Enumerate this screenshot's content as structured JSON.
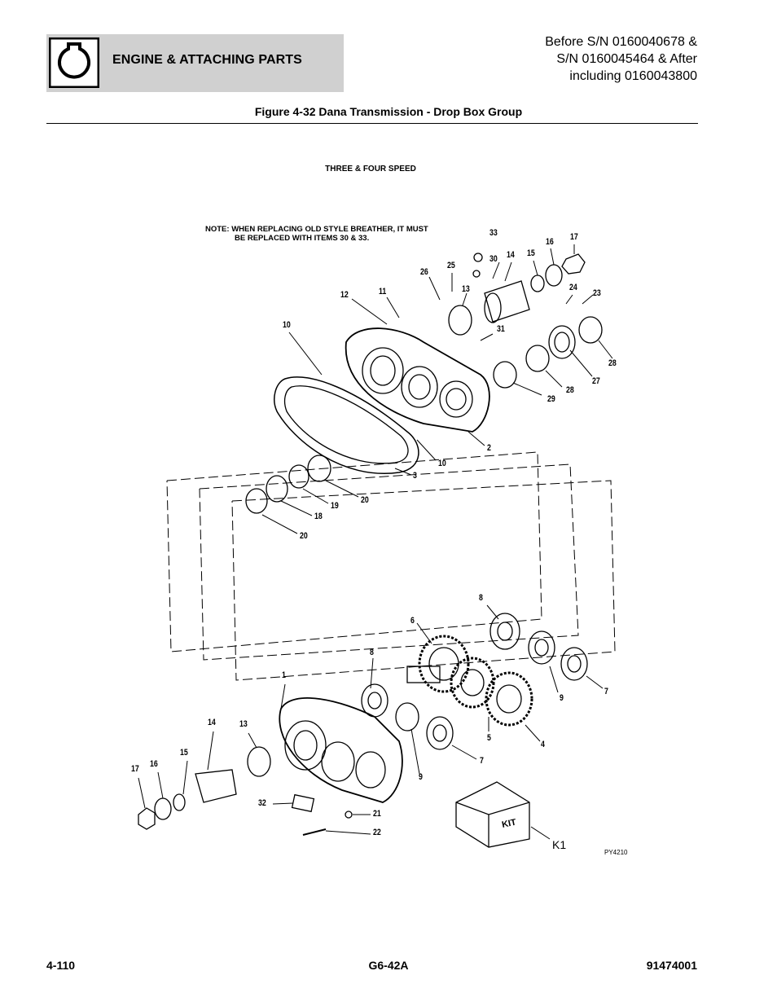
{
  "header": {
    "section_title": "ENGINE & ATTACHING PARTS",
    "icon": "engine-icon",
    "serial_lines": [
      "Before S/N 0160040678 &",
      "S/N 0160045464 & After",
      "including 0160043800"
    ]
  },
  "figure": {
    "title": "Figure 4-32 Dana Transmission - Drop Box Group",
    "subtitle": "THREE & FOUR SPEED",
    "note_line1": "NOTE: WHEN REPLACING OLD STYLE BREATHER, IT MUST",
    "note_line2": "BE REPLACED WITH ITEMS 30 & 33.",
    "kit_label": "K1",
    "kit_box_text": "KIT",
    "art_id": "PY4210"
  },
  "callouts": {
    "c1": "1",
    "c2": "2",
    "c3": "3",
    "c4": "4",
    "c5": "5",
    "c6": "6",
    "c7a": "7",
    "c7b": "7",
    "c8a": "8",
    "c8b": "8",
    "c9a": "9",
    "c9b": "9",
    "c10a": "10",
    "c10b": "10",
    "c11": "11",
    "c12": "12",
    "c13a": "13",
    "c13b": "13",
    "c14a": "14",
    "c14b": "14",
    "c15a": "15",
    "c15b": "15",
    "c16a": "16",
    "c16b": "16",
    "c17a": "17",
    "c17b": "17",
    "c18": "18",
    "c19": "19",
    "c20a": "20",
    "c20b": "20",
    "c21": "21",
    "c22": "22",
    "c23": "23",
    "c24": "24",
    "c25": "25",
    "c26": "26",
    "c27": "27",
    "c28a": "28",
    "c28b": "28",
    "c29": "29",
    "c30": "30",
    "c31": "31",
    "c32": "32",
    "c33": "33"
  },
  "footer": {
    "page_number": "4-110",
    "model": "G6-42A",
    "document_number": "91474001"
  }
}
